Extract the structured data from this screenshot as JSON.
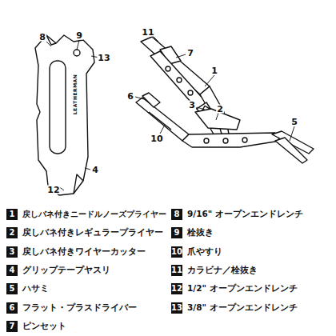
{
  "diagram": {
    "nodes": [
      {
        "text": [
          "1",
          "戻しバネ付きニードルノーズプライヤー"
        ]
      },
      {
        "text": [
          "2",
          "戻しバネ付きレギュラープライヤー"
        ]
      },
      {
        "text": [
          "3",
          "戻しバネ付きワイヤーカッター"
        ]
      },
      {
        "text": [
          "4",
          "グリップテープヤスリ"
        ]
      },
      {
        "text": [
          "5",
          "ハサミ"
        ]
      },
      {
        "text": [
          "6",
          "フラット・プラスドライバー"
        ]
      },
      {
        "text": [
          "7",
          "ピンセット"
        ]
      },
      {
        "text": [
          "8",
          "9/16\" オープンエンドレンチ"
        ]
      },
      {
        "text": [
          "9",
          "栓抜き"
        ]
      },
      {
        "text": [
          "10",
          "爪やすり"
        ]
      },
      {
        "text": [
          "11",
          "カラビナ／栓抜き"
        ]
      },
      {
        "text": [
          "12",
          "1/2\" オープンエンドレンチ"
        ]
      },
      {
        "text": [
          "13",
          "3/8\" オープンエンドレンチ"
        ]
      }
    ],
    "labels": [
      "8",
      "9",
      "13",
      "4",
      "12",
      "LEATHERMAN",
      "11",
      "7",
      "1",
      "3",
      "2",
      "6",
      "10",
      "5"
    ]
  }
}
